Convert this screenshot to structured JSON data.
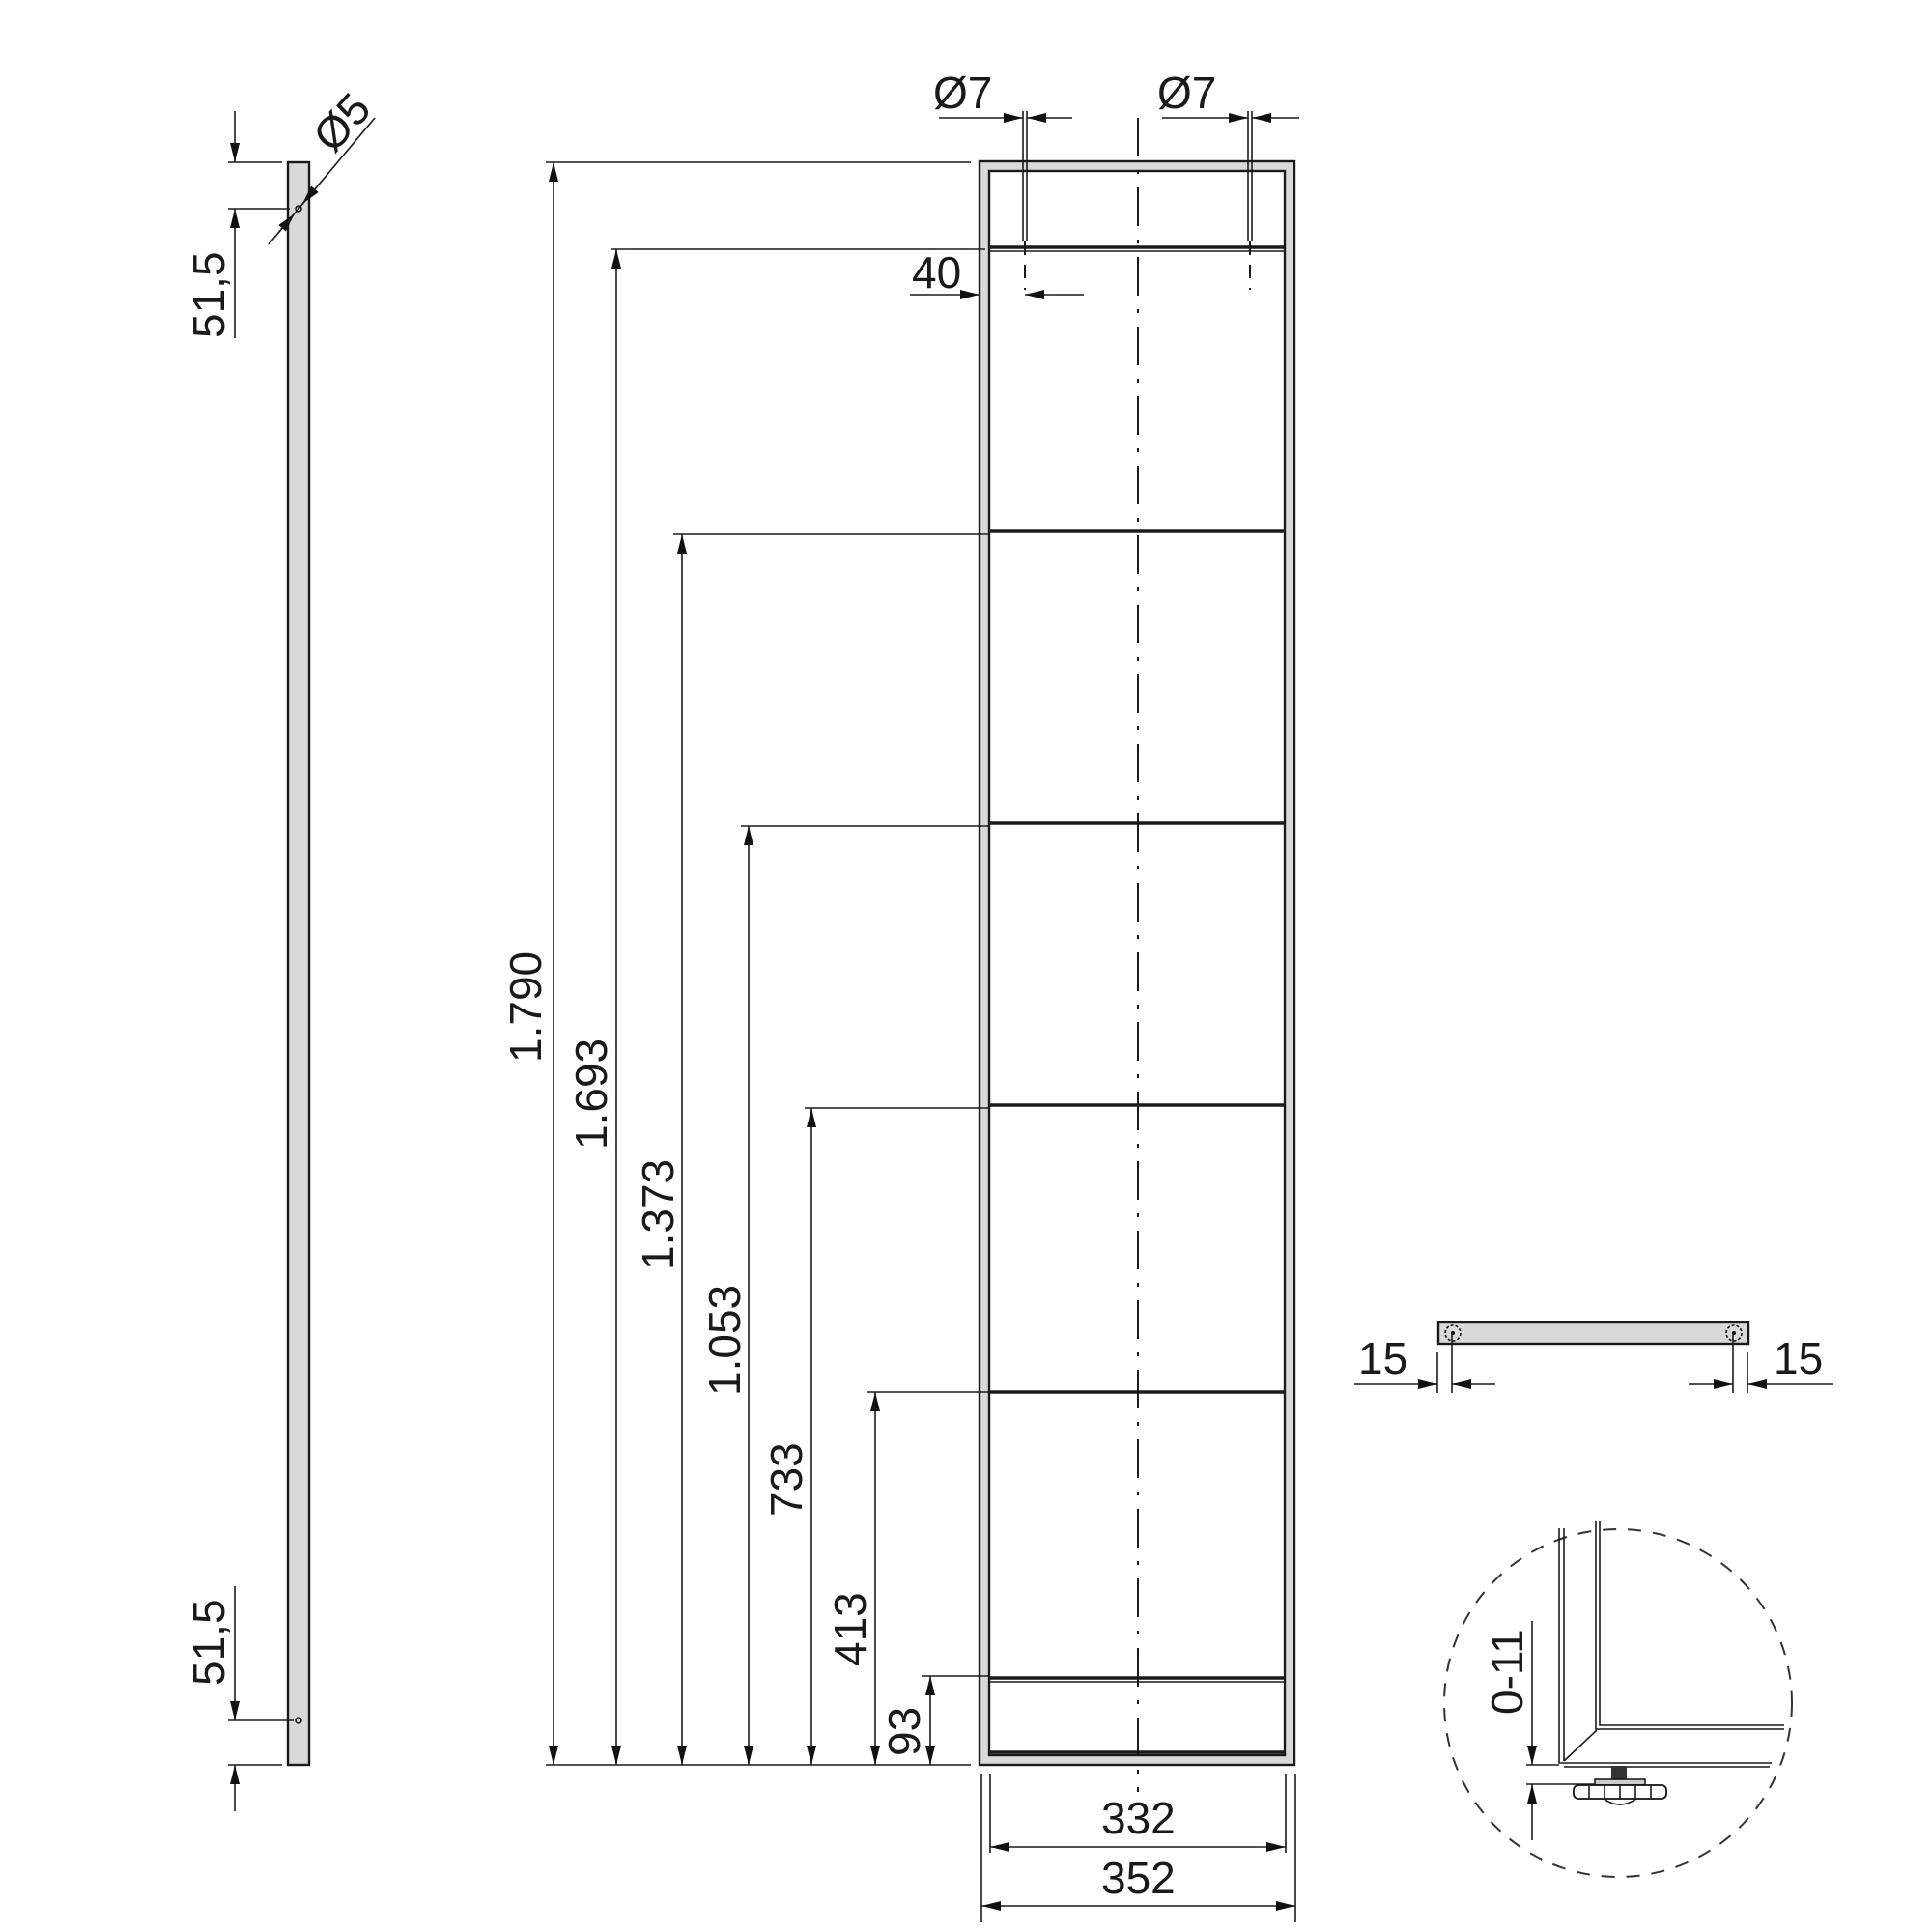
{
  "drawing": {
    "title": "Shelving unit technical drawing",
    "units": "mm",
    "colors": {
      "line": "#1a1a1a",
      "panel_fill": "#d9d9d9",
      "background": "#ffffff"
    }
  },
  "side_view": {
    "label_hole_diameter": "Ø5",
    "label_top_offset": "51,5",
    "label_bottom_offset": "51,5"
  },
  "front_view": {
    "hole_left_label": "Ø7",
    "hole_right_label": "Ø7",
    "hole_inset_label": "40",
    "heights": [
      {
        "label": "1.790",
        "value": 1790
      },
      {
        "label": "1.693",
        "value": 1693
      },
      {
        "label": "1.373",
        "value": 1373
      },
      {
        "label": "1.053",
        "value": 1053
      },
      {
        "label": "733",
        "value": 733
      },
      {
        "label": "413",
        "value": 413
      },
      {
        "label": "93",
        "value": 93
      }
    ],
    "inner_width_label": "332",
    "outer_width_label": "352"
  },
  "top_view": {
    "left_offset_label": "15",
    "right_offset_label": "15"
  },
  "detail_view": {
    "leveler_range_label": "0-11"
  }
}
